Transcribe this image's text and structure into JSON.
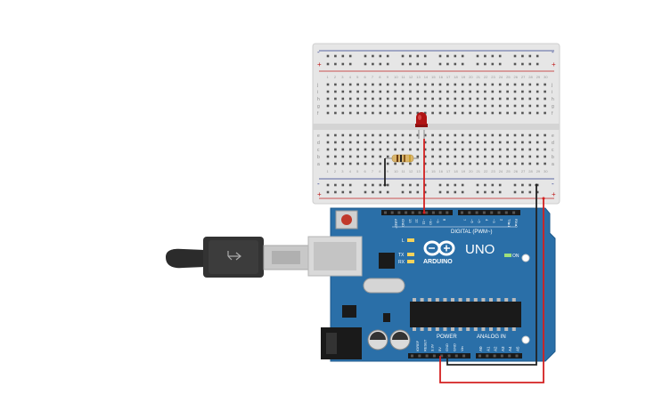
{
  "breadboard": {
    "rail_plus": "+",
    "rail_minus": "-",
    "row_letters_top": [
      "j",
      "i",
      "h",
      "g",
      "f"
    ],
    "row_letters_bottom": [
      "e",
      "d",
      "c",
      "b",
      "a"
    ],
    "columns": 30
  },
  "arduino": {
    "logo_text": "ARDUINO",
    "model": "UNO",
    "digital_label": "DIGITAL (PWM~)",
    "power_label": "POWER",
    "analog_label": "ANALOG IN",
    "on_label": "ON",
    "l_label": "L",
    "tx_label": "TX",
    "rx_label": "RX",
    "aref_label": "AREF",
    "gnd_label": "GND",
    "digital_pins": [
      "13",
      "12",
      "~11",
      "~10",
      "~9",
      "8",
      "7",
      "~6",
      "~5",
      "4",
      "~3",
      "2",
      "TX▸1",
      "RX◂0"
    ],
    "power_pins": [
      "IOREF",
      "RESET",
      "3.3V",
      "5V",
      "GND",
      "GND",
      "Vin"
    ],
    "analog_pins": [
      "A0",
      "A1",
      "A2",
      "A3",
      "A4",
      "A5"
    ]
  },
  "components": {
    "led_color": "#b01414",
    "resistor_color": "#d9b46a",
    "wire_red": "#d42020",
    "wire_black": "#222222",
    "board_color": "#2a6fa8"
  }
}
